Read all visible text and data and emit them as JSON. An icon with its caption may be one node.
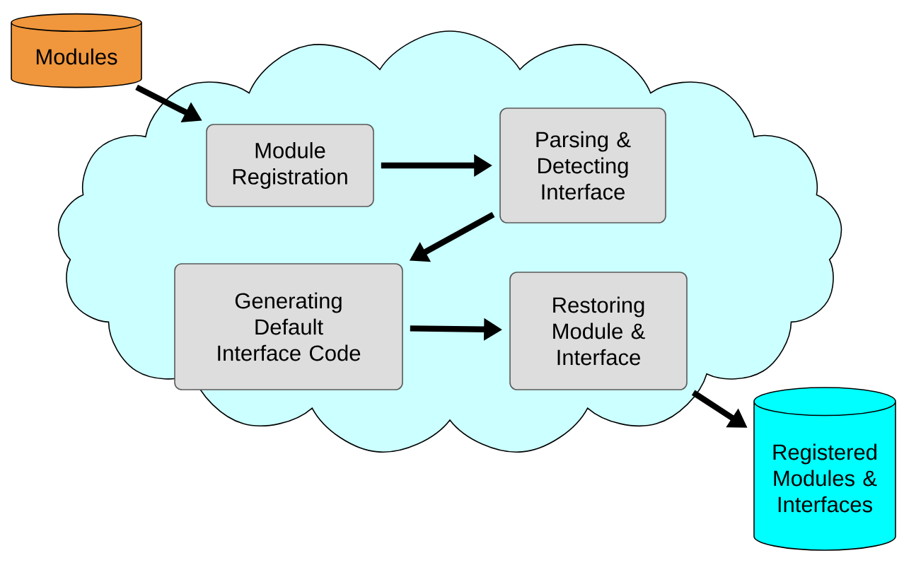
{
  "diagram": {
    "nodes": [
      {
        "text": [
          "Modules"
        ]
      },
      {
        "text": [],
        "shape": "cloud"
      },
      {
        "text": [
          "Module Registration"
        ],
        "in": 1
      },
      {
        "text": [
          "Parsing & Detecting Interface"
        ],
        "in": 1
      },
      {
        "text": [
          "Generating Default Interface Code"
        ],
        "in": 1
      },
      {
        "text": [
          "Restoring Module & Interface"
        ],
        "in": 1
      },
      {
        "text": [
          "Registered Modules & Interfaces"
        ]
      }
    ],
    "edges": [
      {
        "from": 0,
        "to": 2,
        "arrow": "to"
      },
      {
        "from": 2,
        "to": 3,
        "arrow": "to"
      },
      {
        "from": 3,
        "to": 4,
        "arrow": "to"
      },
      {
        "from": 4,
        "to": 5,
        "arrow": "to"
      },
      {
        "from": 5,
        "to": 6,
        "arrow": "to"
      }
    ]
  }
}
